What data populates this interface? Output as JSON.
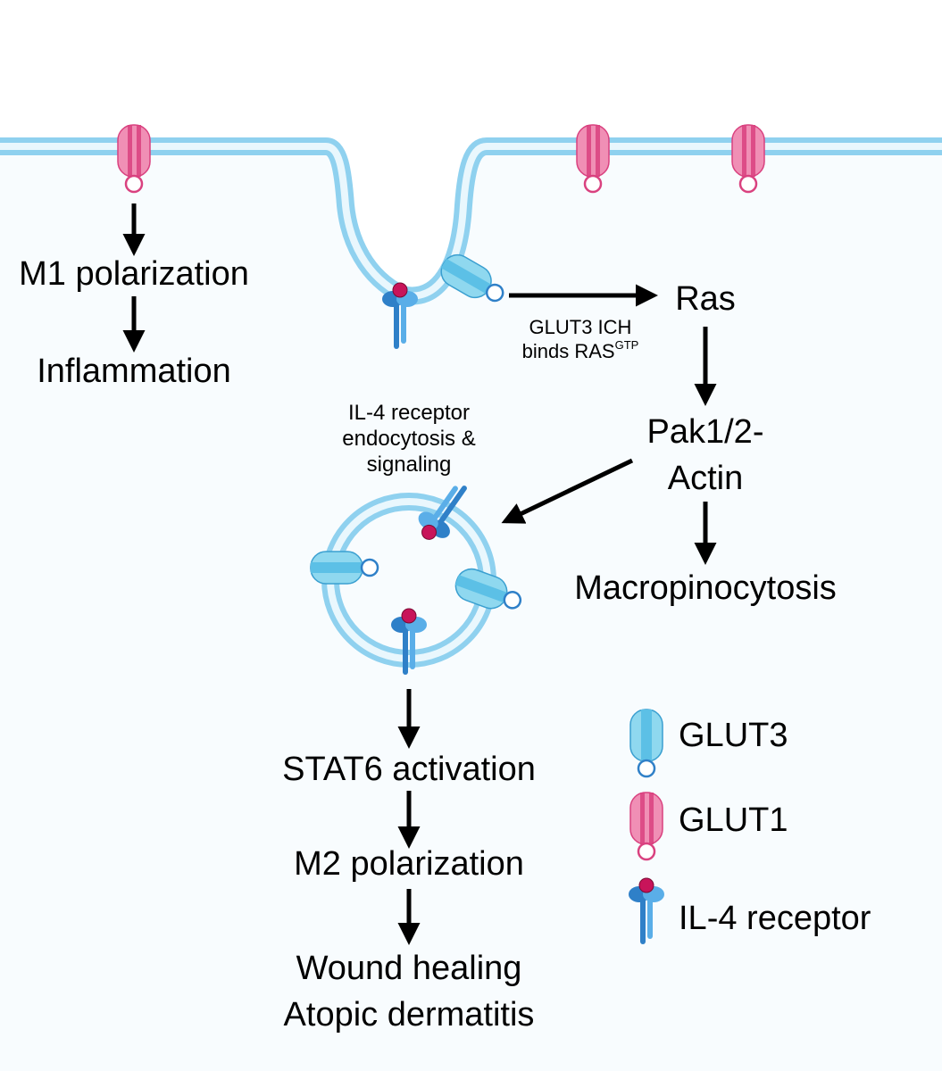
{
  "left_pathway": {
    "m1": "M1 polarization",
    "inflammation": "Inflammation"
  },
  "ras_branch": {
    "ras": "Ras",
    "annotation_line1": "GLUT3 ICH",
    "annotation_line2_prefix": "binds RAS",
    "annotation_line2_superscript": "GTP",
    "pak_line1": "Pak1/2-",
    "pak_line2": "Actin",
    "macropinocytosis": "Macropinocytosis"
  },
  "endocytosis": {
    "line1": "IL-4 receptor",
    "line2": "endocytosis &",
    "line3": "signaling"
  },
  "lower_pathway": {
    "stat6": "STAT6 activation",
    "m2": "M2 polarization",
    "outcome_line1": "Wound healing",
    "outcome_line2": "Atopic dermatitis"
  },
  "legend": {
    "glut3": "GLUT3",
    "glut1": "GLUT1",
    "il4r": "IL-4 receptor"
  },
  "colors": {
    "membrane": "#b9e3f6",
    "membrane_edge": "#8fd1ef",
    "cytoplasm": "#f8fcfe",
    "glut1": "#f08fb5",
    "glut1_dark": "#d9417f",
    "glut3": "#8fd8ef",
    "glut3_dark": "#3a9fd0",
    "il4r": "#2f80c8",
    "il4r_light": "#5aaee8",
    "ligand": "#c8145a",
    "arrow": "#000000"
  }
}
